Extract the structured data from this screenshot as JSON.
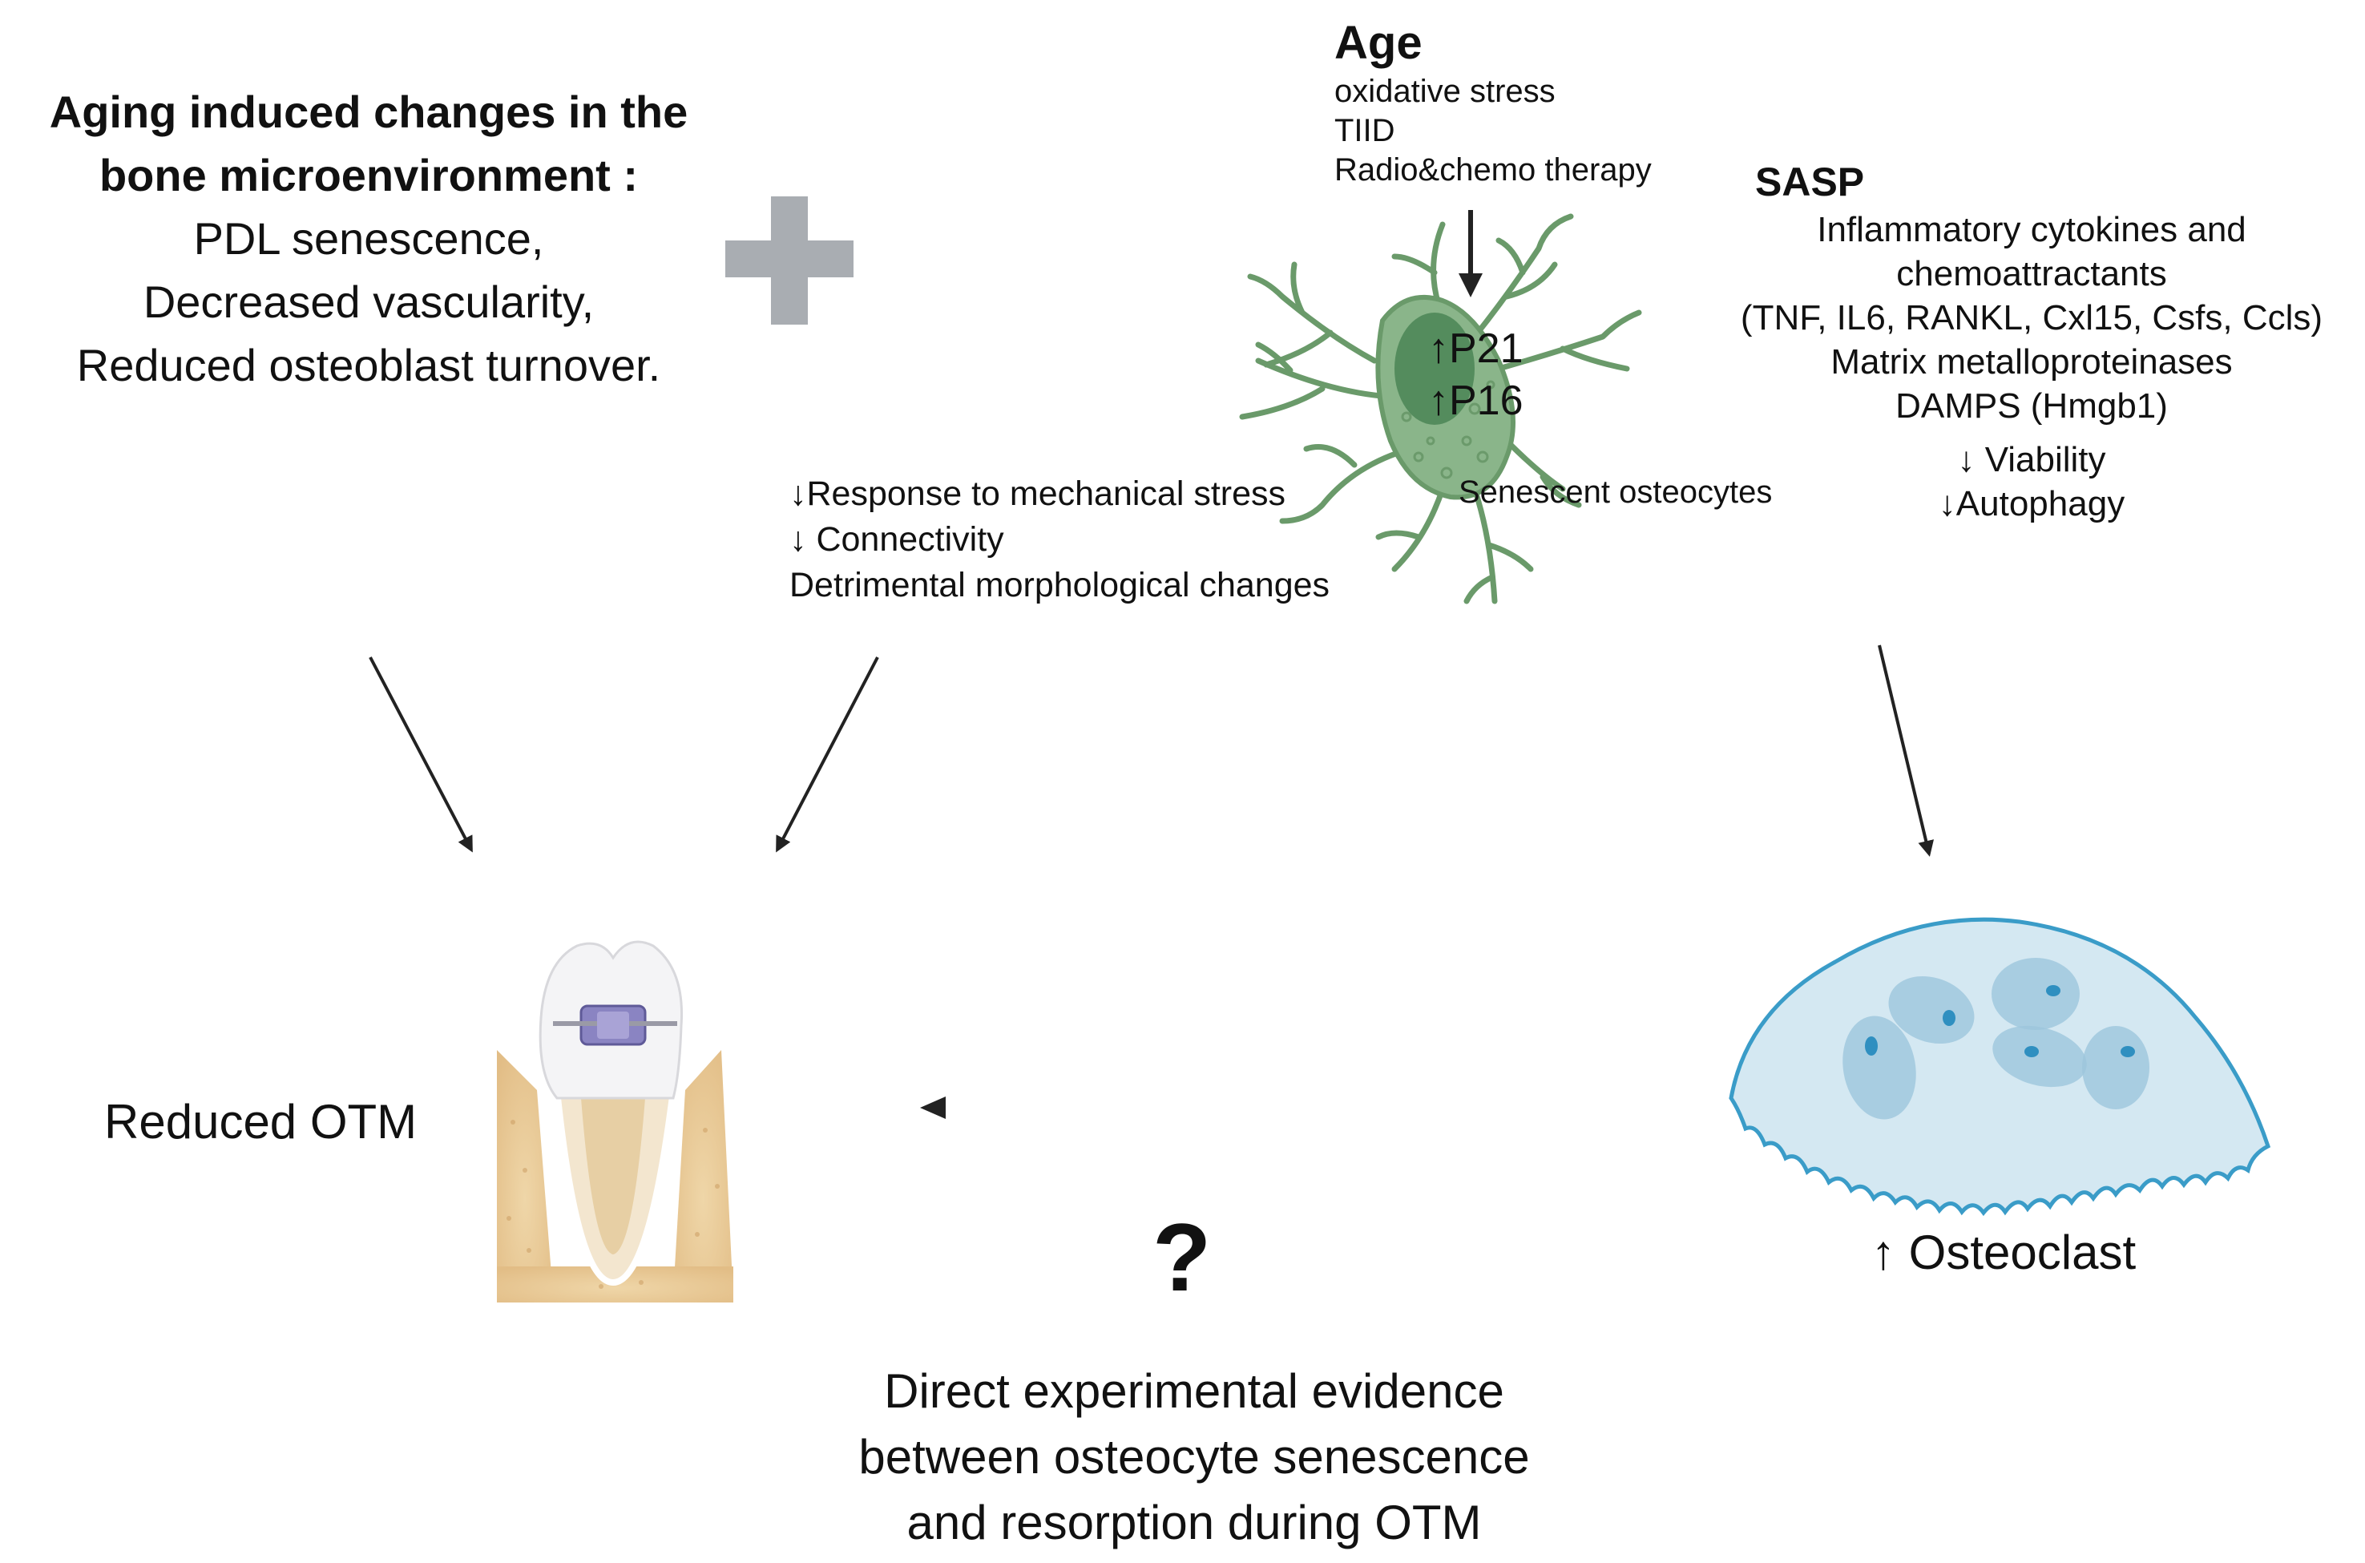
{
  "aging_box": {
    "title_lines": [
      "Aging induced changes in the",
      "bone microenvironment :"
    ],
    "items": [
      "PDL senescence,",
      "Decreased vascularity,",
      "Reduced osteoblast turnover."
    ]
  },
  "age": {
    "title": "Age",
    "factors": [
      "oxidative stress",
      "TIID",
      "Radio&chemo therapy"
    ]
  },
  "cell": {
    "markers": [
      "↑P21",
      "↑P16"
    ],
    "label": "Senescent osteocytes"
  },
  "sasp": {
    "title": "SASP",
    "items": [
      "Inflammatory cytokines and",
      "chemoattractants",
      "(TNF, IL6, RANKL, Cxl15, Csfs, Ccls)",
      "Matrix metalloproteinases",
      "DAMPS (Hmgb1)",
      "↓ Viability",
      "↓Autophagy"
    ]
  },
  "osteocyte_effects": [
    "↓Response to mechanical stress",
    "↓ Connectivity",
    "Detrimental morphological changes"
  ],
  "outcome": {
    "label": "Reduced OTM"
  },
  "osteoclast": {
    "label": "↑ Osteoclast"
  },
  "question": {
    "mark": "?",
    "lines": [
      "Direct experimental evidence",
      "between osteocyte senescence",
      "and resorption during OTM"
    ]
  },
  "colors": {
    "plus": "#a9adb2",
    "cell_fill": "#8ab58a",
    "cell_stroke": "#6a9a6a",
    "nucleus": "#3d7a4a",
    "osteoclast_fill": "#d4e8f2",
    "osteoclast_stroke": "#3a9cc8",
    "bone": "#e8c795",
    "arrow": "#222222"
  }
}
